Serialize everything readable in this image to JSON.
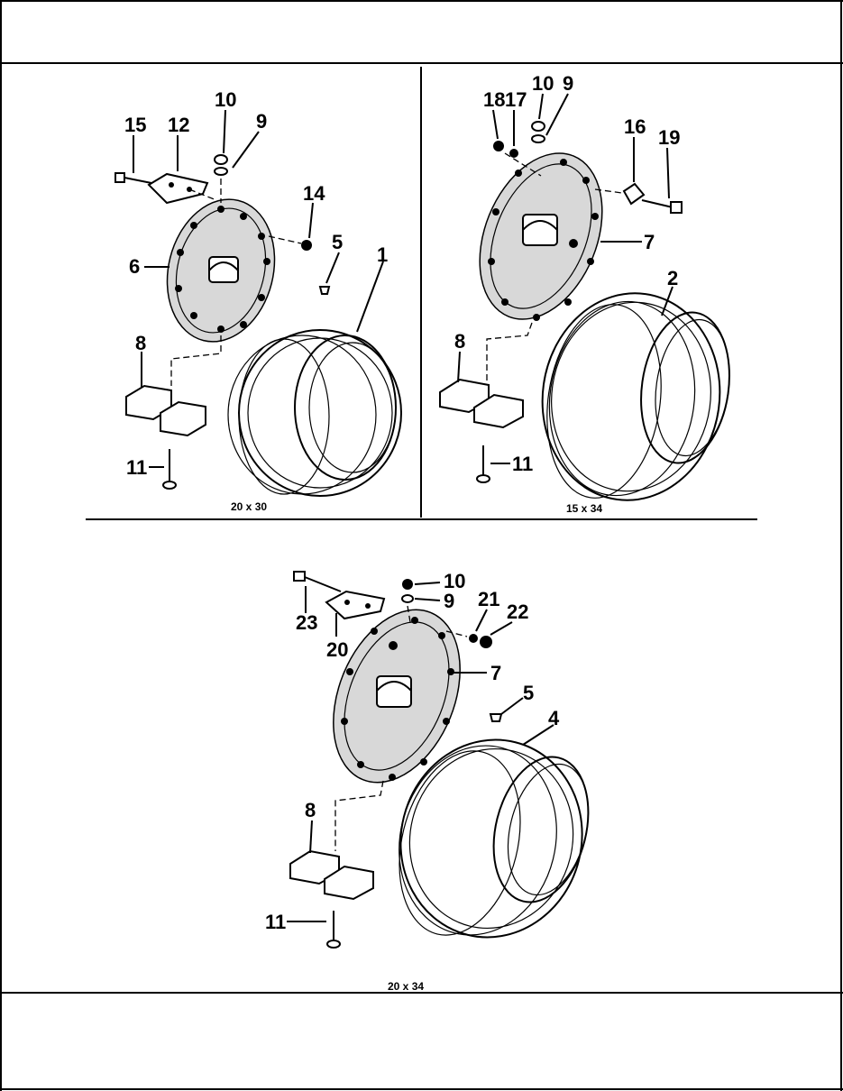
{
  "figures": [
    {
      "caption": "20 x 30",
      "callouts": [
        "15",
        "12",
        "10",
        "9",
        "14",
        "5",
        "1",
        "6",
        "8",
        "11"
      ]
    },
    {
      "caption": "15 x 34",
      "callouts": [
        "18",
        "17",
        "10",
        "9",
        "16",
        "19",
        "7",
        "2",
        "8",
        "11"
      ]
    },
    {
      "caption": "20 x 34",
      "callouts": [
        "10",
        "9",
        "21",
        "22",
        "23",
        "20",
        "7",
        "5",
        "4",
        "8",
        "11"
      ]
    }
  ]
}
